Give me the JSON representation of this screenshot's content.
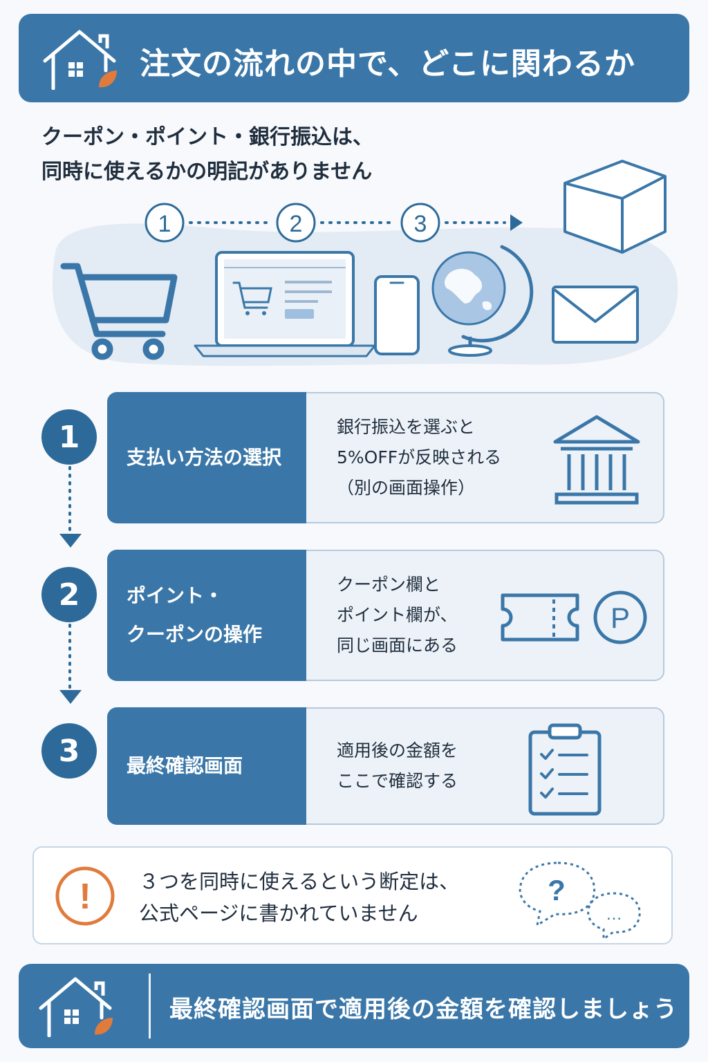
{
  "header": {
    "title": "注文の流れの中で、どこに関わるか"
  },
  "intro": {
    "line1": "クーポン・ポイント・銀行振込は、",
    "line2": "同時に使えるかの明記がありません"
  },
  "flow_markers": [
    "1",
    "2",
    "3"
  ],
  "steps": [
    {
      "number": "1",
      "title_lines": [
        "支払い方法の選択"
      ],
      "desc_lines": [
        "銀行振込を選ぶと",
        "5%OFFが反映される",
        "（別の画面操作）"
      ],
      "icon": "bank-icon"
    },
    {
      "number": "2",
      "title_lines": [
        "ポイント・",
        "クーポンの操作"
      ],
      "desc_lines": [
        "クーポン欄と",
        "ポイント欄が、",
        "同じ画面にある"
      ],
      "icon": "ticket-icon"
    },
    {
      "number": "3",
      "title_lines": [
        "最終確認画面"
      ],
      "desc_lines": [
        "適用後の金額を",
        "ここで確認する"
      ],
      "icon": "clipboard-icon"
    }
  ],
  "icons": {
    "point_symbol": "P",
    "question_mark": "?",
    "ellipsis": "…",
    "exclamation": "!"
  },
  "note": {
    "line1": "３つを同時に使えるという断定は、",
    "line2": "公式ページに書かれていません"
  },
  "footer": {
    "text": "最終確認画面で適用後の金額を確認しましょう"
  },
  "colors": {
    "primary": "#3a77a8",
    "accent_orange": "#e07b3c",
    "panel_bg": "#edf2f8"
  }
}
